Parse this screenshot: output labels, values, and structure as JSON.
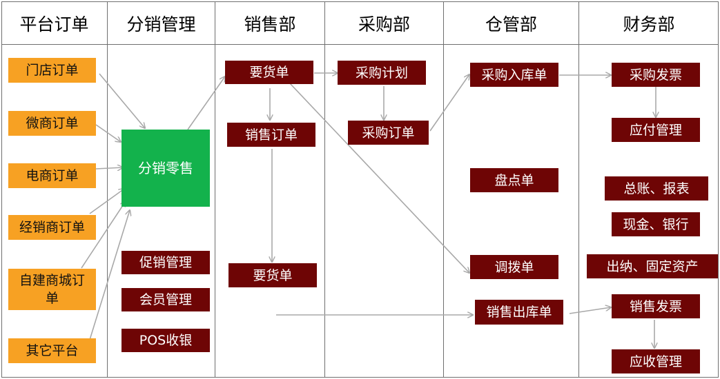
{
  "columns": {
    "platform": "平台订单",
    "distribution": "分销管理",
    "sales": "销售部",
    "purchasing": "采购部",
    "warehouse": "仓管部",
    "finance": "财务部"
  },
  "platform_orders": {
    "store": "门店订单",
    "wechat": "微商订单",
    "ecommerce": "电商订单",
    "dealer": "经销商订单",
    "own_mall": "自建商城订单",
    "other": "其它平台"
  },
  "distribution": {
    "retail": "分销零售",
    "promotion": "促销管理",
    "member": "会员管理",
    "pos": "POS收银"
  },
  "sales": {
    "requisition_top": "要货单",
    "sales_order": "销售订单",
    "requisition_bottom": "要货单"
  },
  "purchasing": {
    "plan": "采购计划",
    "order": "采购订单"
  },
  "warehouse": {
    "inbound": "采购入库单",
    "stocktake": "盘点单",
    "transfer": "调拨单",
    "outbound": "销售出库单"
  },
  "finance": {
    "purchase_invoice": "采购发票",
    "payables": "应付管理",
    "ledger": "总账、报表",
    "cash_bank": "现金、银行",
    "cashier_assets": "出纳、固定资产",
    "sales_invoice": "销售发票",
    "receivables": "应收管理"
  },
  "colors": {
    "orange_box": "#f7a123",
    "red_box": "#6e0505",
    "green_box": "#13b24c",
    "grid_line": "#6e6e6e",
    "arrow": "#a8a8a8"
  }
}
